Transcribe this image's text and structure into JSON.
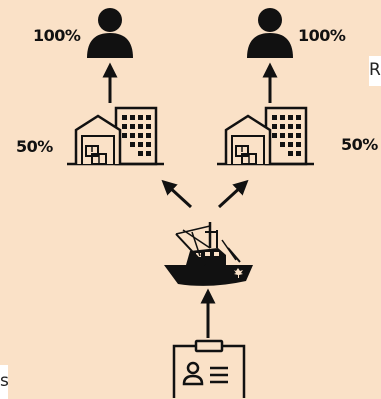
{
  "labels": {
    "person_left_pct": "100%",
    "person_right_pct": "100%",
    "building_left_pct": "50%",
    "building_right_pct": "50%"
  },
  "edge_fragments": {
    "right_top": "R",
    "left_bottom": "s"
  },
  "icons": {
    "person": "person-icon",
    "building": "warehouse-building-icon",
    "vessel": "fishing-vessel-icon",
    "licence": "licence-card-icon"
  },
  "colors": {
    "background": "#fae1c7",
    "ink": "#111111",
    "fragment_box": "#ffffff"
  }
}
